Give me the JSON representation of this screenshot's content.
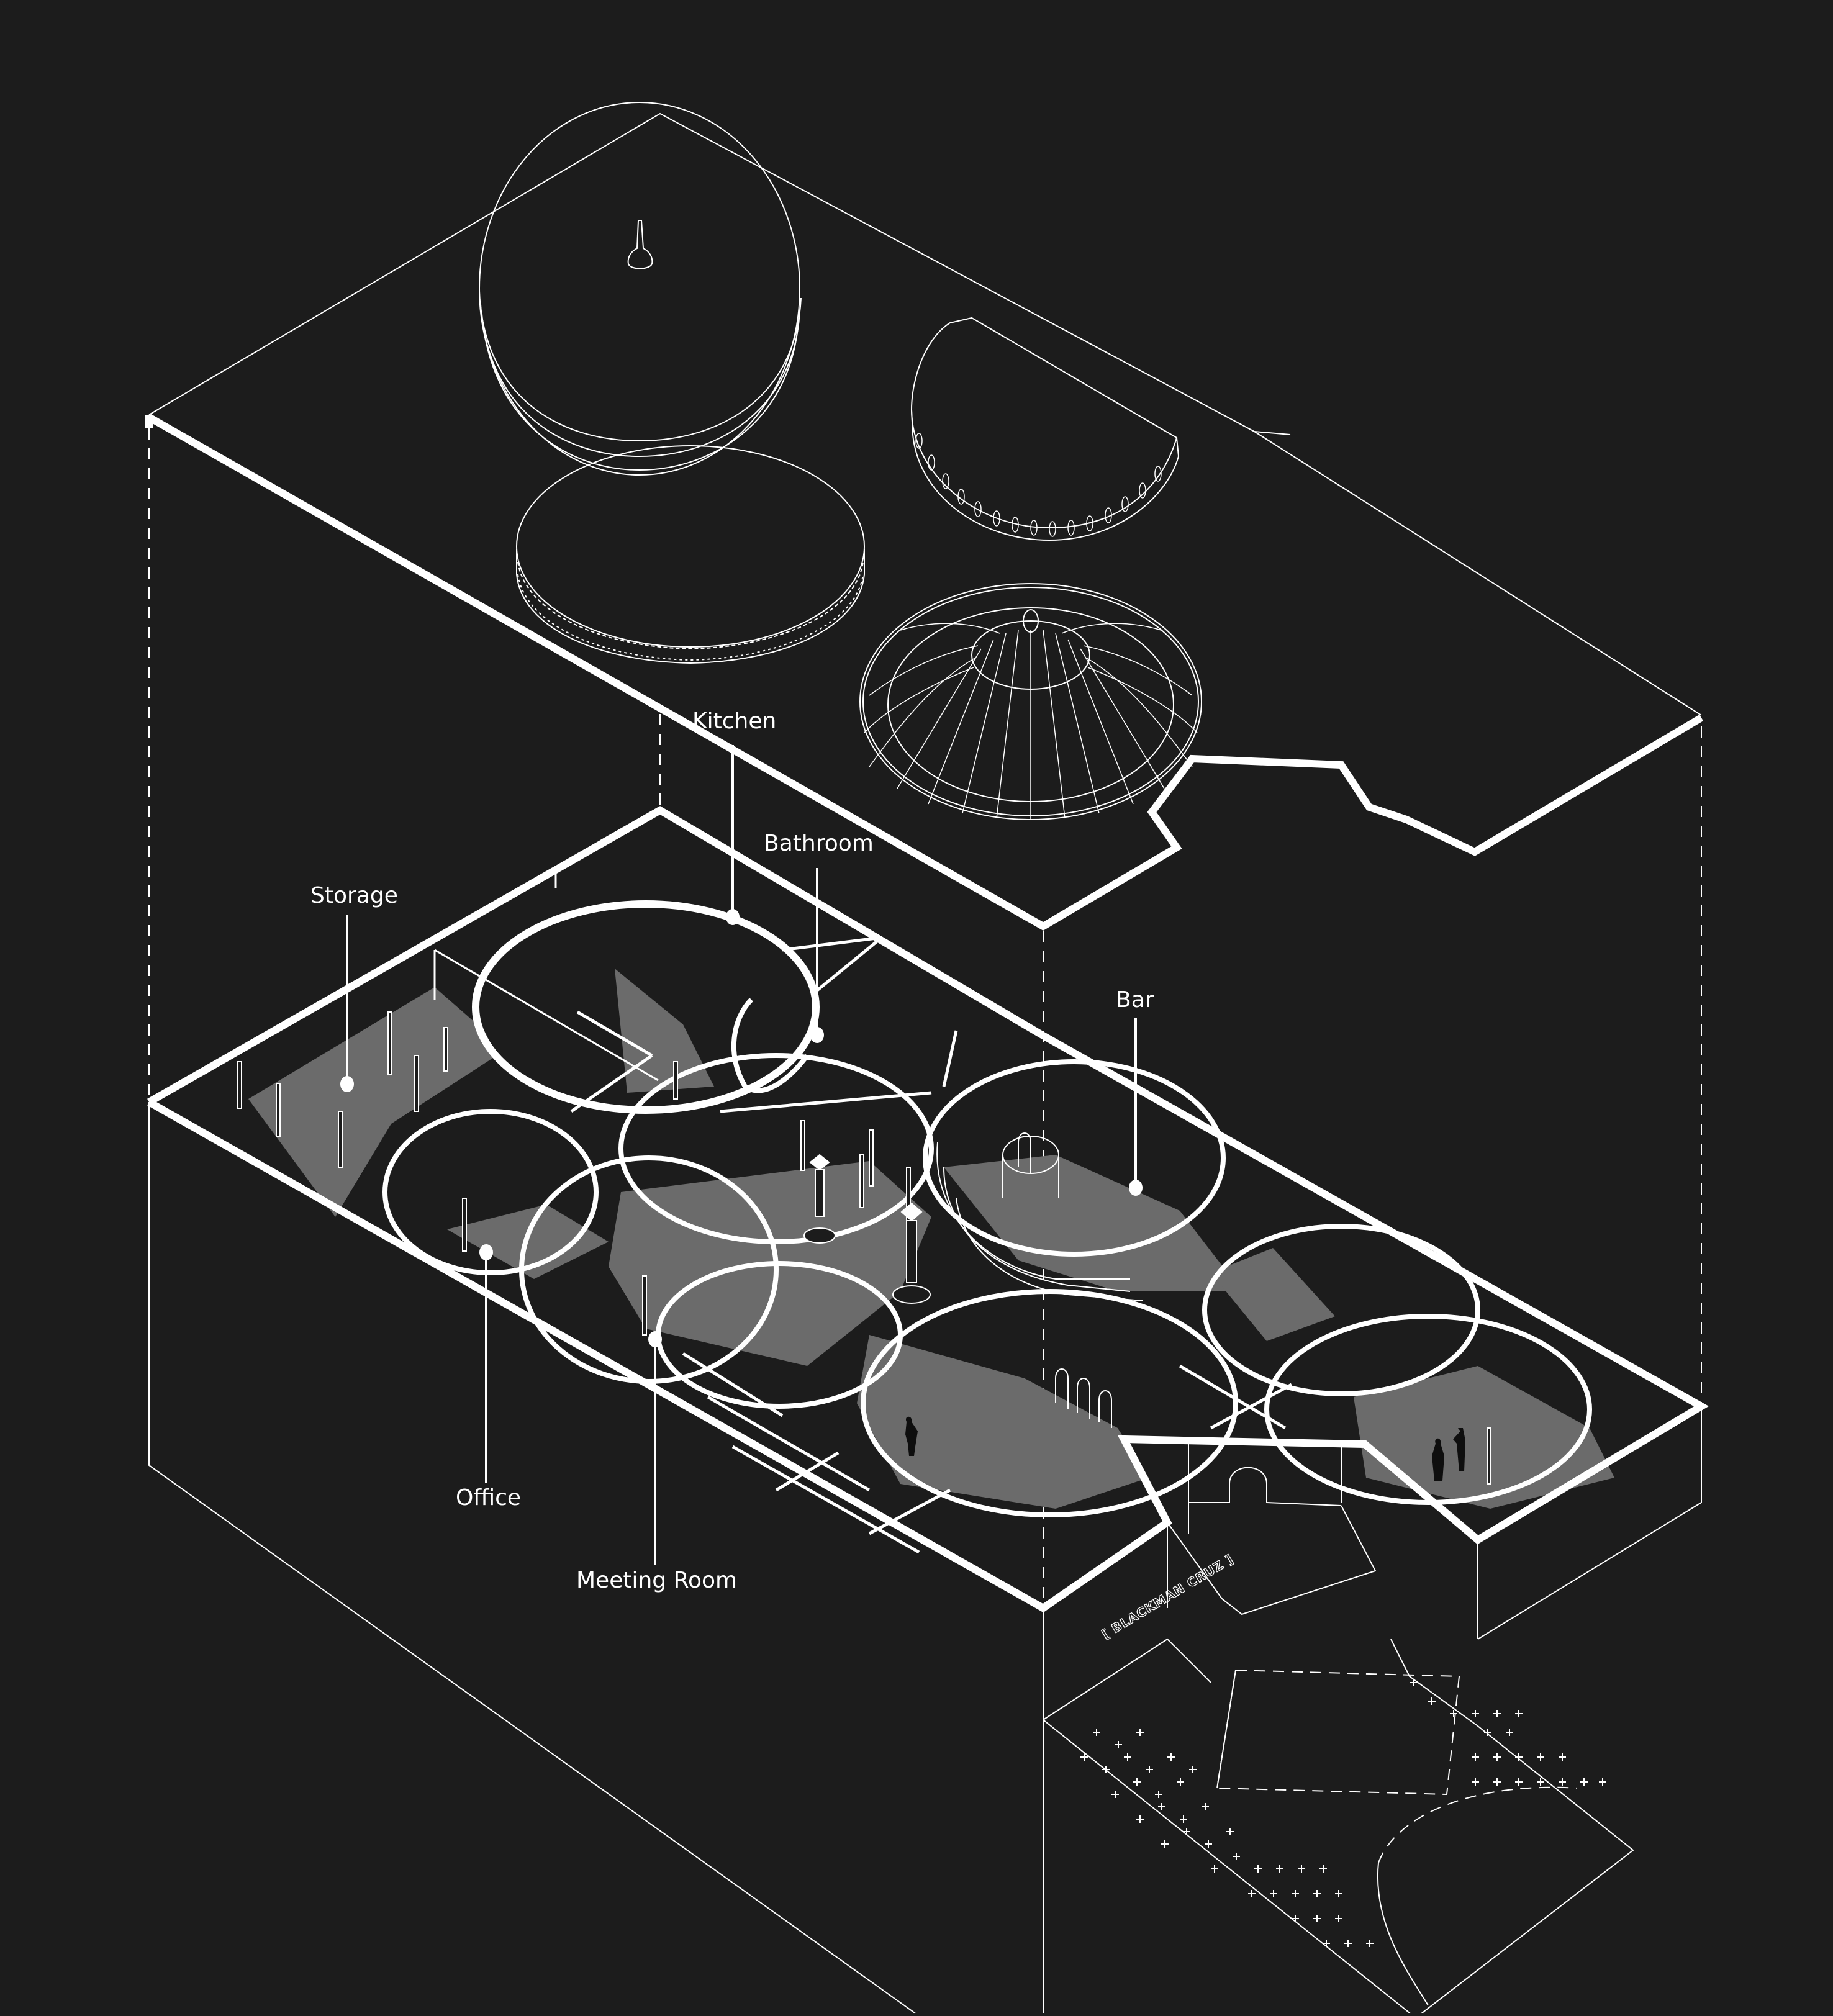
{
  "diagram": {
    "type": "exploded axonometric floor plan",
    "colors": {
      "background": "#1c1c1c",
      "line": "#ffffff",
      "floor": "#6b6b6b",
      "void": "#1c1c1c"
    },
    "layers": [
      {
        "name": "roof-plane",
        "elements": [
          "domed skylight with lantern",
          "flat disc skylight with spire",
          "ribbed disc skylight",
          "half-disc skylight with oculi",
          "ribbed dome skylight"
        ]
      },
      {
        "name": "ground-floor-plan",
        "elements": [
          "circular room cut-outs",
          "columns",
          "bar counter",
          "entrance arch",
          "human figures"
        ]
      },
      {
        "name": "site-plane",
        "elements": [
          "paved forecourt with cross pattern",
          "dashed rectangle outline",
          "dashed arc outline"
        ]
      }
    ],
    "labels": {
      "kitchen": "Kitchen",
      "bathroom": "Bathroom",
      "storage": "Storage",
      "bar": "Bar",
      "office": "Office",
      "meeting_room": "Meeting Room"
    },
    "signage": {
      "facade_text": "[ BLACKMAN CRUZ ]"
    }
  }
}
